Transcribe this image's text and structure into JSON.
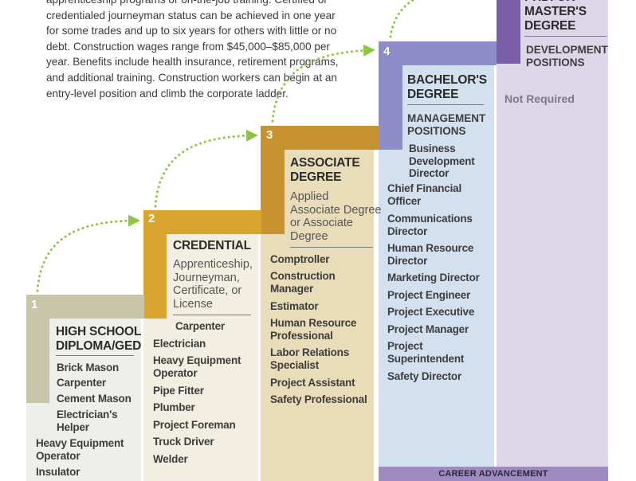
{
  "intro_lines": [
    "apprenticeship programs or on-the-job training. Certified or",
    "credentialed journeyman status can be achieved in one year",
    "for some trades and up to six years for others with little or no",
    "debt. Construction wages range from $45,000–$85,000 per",
    "year. Benefits include health insurance, retirement programs,",
    "and additional training. Construction workers can begin at an",
    "entry-level position and climb the corporate ladder."
  ],
  "steps": [
    {
      "number": "1",
      "title": "HIGH SCHOOL\nDIPLOMA/GED",
      "jobs": [
        "Brick Mason",
        "Carpenter",
        "Cement Mason",
        "Electrician's\nHelper",
        "Heavy Equipment\nOperator",
        "Insulator"
      ]
    },
    {
      "number": "2",
      "title": "CREDENTIAL",
      "subtitle": "Apprenticeship,\nJourneyman,\nCertificate, or\nLicense",
      "jobs": [
        "Carpenter",
        "Electrician",
        "Heavy Equipment\nOperator",
        "Pipe Fitter",
        "Plumber",
        "Project Foreman",
        "Truck Driver",
        "Welder"
      ]
    },
    {
      "number": "3",
      "title": "ASSOCIATE\nDEGREE",
      "subtitle": "Applied\nAssociate Degree\nor Associate\nDegree",
      "jobs": [
        "Comptroller",
        "Construction\nManager",
        "Estimator",
        "Human Resource\nProfessional",
        "Labor Relations\nSpecialist",
        "Project Assistant",
        "Safety Professional"
      ]
    },
    {
      "number": "4",
      "title": "BACHELOR'S\nDEGREE",
      "subtitle": "MANAGEMENT\nPOSITIONS",
      "jobs": [
        "Business\nDevelopment\nDirector",
        "Chief Financial\nOfficer",
        "Communications\nDirector",
        "Human Resource\nDirector",
        "Marketing Director",
        "Project Engineer",
        "Project Executive",
        "Project Manager",
        "Project\nSuperintendent",
        "Safety Director"
      ]
    },
    {
      "number": "",
      "title": "PHD. OR\nMASTER'S\nDEGREE",
      "subtitle": "DEVELOPMENT\nPOSITIONS",
      "note": "Not Required"
    }
  ],
  "career_advancement_label": "CAREER ADVANCEMENT",
  "colors": {
    "step1_dark": "#c9c5a9",
    "step1_light": "#eeeeea",
    "step2_dark": "#d9a52e",
    "step2_light": "#f2eee1",
    "step3_dark": "#c5922f",
    "step3_light": "#e9dcb9",
    "step4_dark": "#8e8cc9",
    "step4_light": "#d3e0f0",
    "step5_dark": "#7a5ea8",
    "step5_light": "#dcd6e8",
    "arrow_green": "#8cc63e"
  }
}
